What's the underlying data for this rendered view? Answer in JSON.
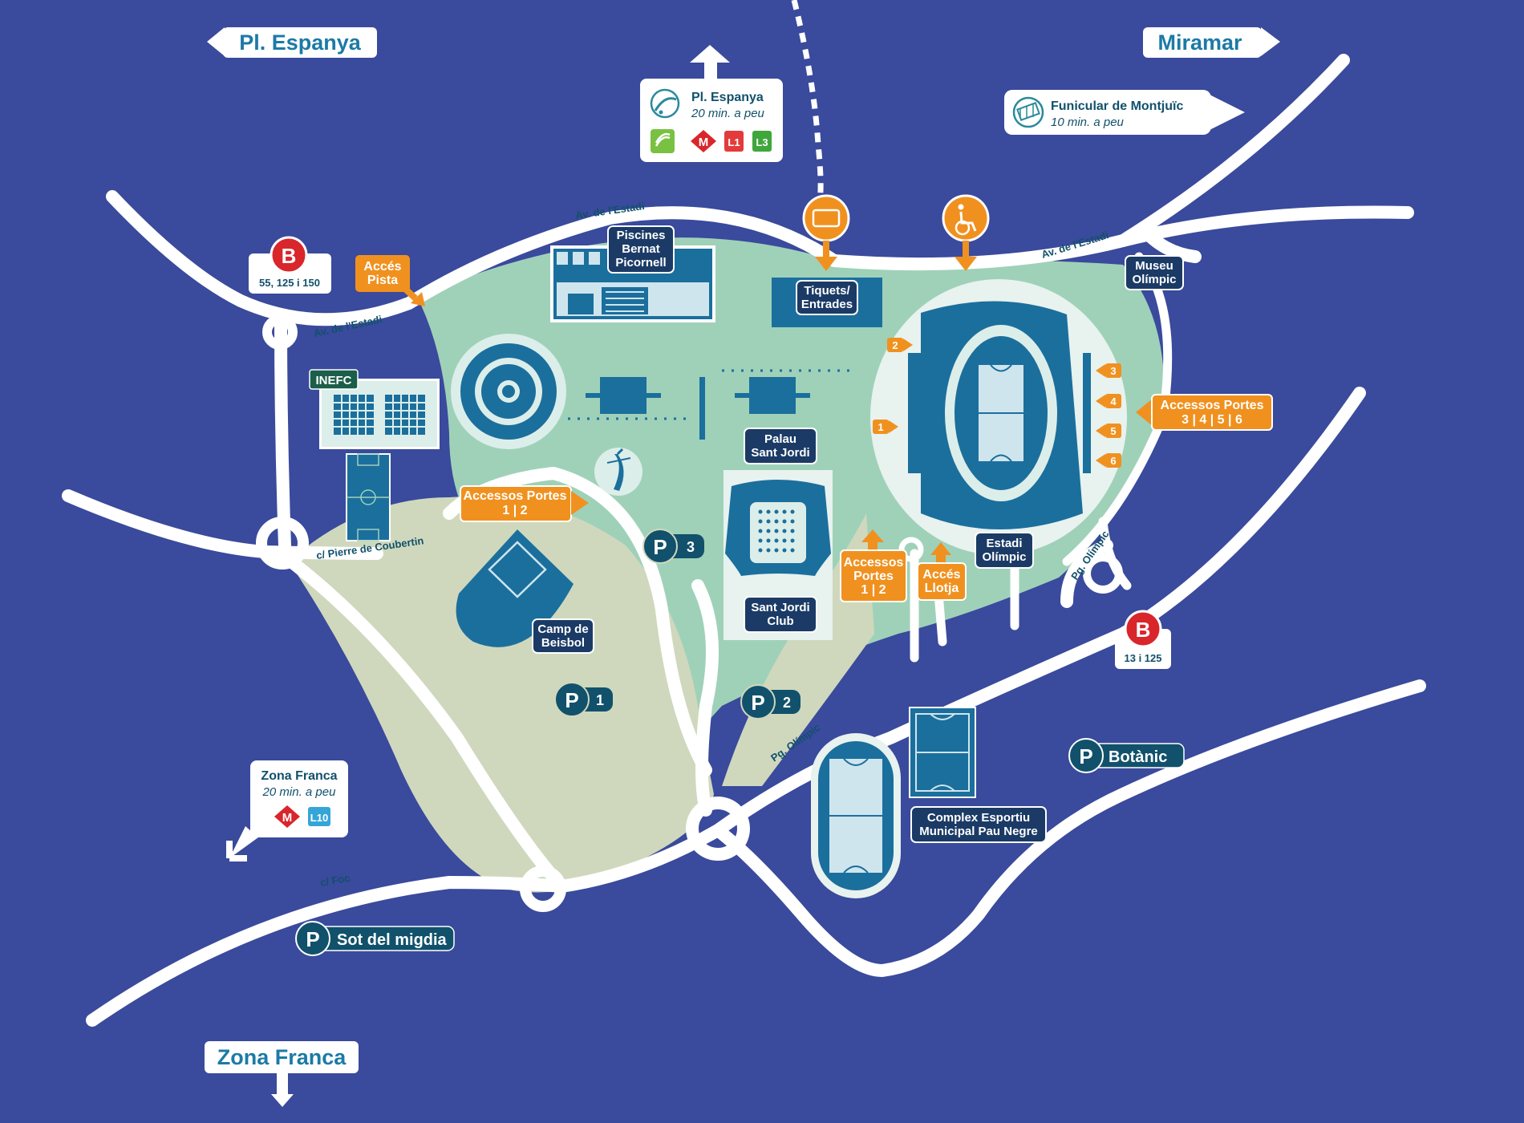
{
  "directions": {
    "pl_espanya": "Pl. Espanya",
    "miramar": "Miramar",
    "zona_franca": "Zona Franca"
  },
  "transit_pl_espanya": {
    "title": "Pl. Espanya",
    "subtitle": "20 min. a peu",
    "metro": "M",
    "lines": [
      "L1",
      "L3"
    ]
  },
  "funicular": {
    "title": "Funicular de Montjuïc",
    "subtitle": "10 min. a peu"
  },
  "transit_zona_franca": {
    "title": "Zona Franca",
    "subtitle": "20 min. a peu",
    "metro": "M",
    "line": "L10"
  },
  "bus_stops": [
    {
      "letter": "B",
      "routes": "55, 125 i 150"
    },
    {
      "letter": "B",
      "routes": "13 i 125"
    }
  ],
  "streets": {
    "av_estadi_1": "Av. de l'Estadi",
    "av_estadi_2": "Av. de l'Estadi",
    "av_estadi_3": "Av. de l'Estadi",
    "pierre_coubertin": "c/ Pierre de Coubertin",
    "pg_olimpic_1": "Pg. Olímpic",
    "pg_olimpic_2": "Pg. Olímpic",
    "foc": "c/ Foc"
  },
  "venues": {
    "piscines": [
      "Piscines",
      "Bernat",
      "Picornell"
    ],
    "tiquets": [
      "Tiquets/",
      "Entrades"
    ],
    "museu": [
      "Museu",
      "Olímpic"
    ],
    "inefc": "INEFC",
    "palau": [
      "Palau",
      "Sant Jordi"
    ],
    "sant_jordi_club": [
      "Sant Jordi",
      "Club"
    ],
    "estadi": [
      "Estadi",
      "Olímpic"
    ],
    "beisbol": [
      "Camp de",
      "Beisbol"
    ],
    "complex": [
      "Complex Esportiu",
      "Municipal Pau Negre"
    ]
  },
  "access": {
    "acces_pista": [
      "Accés",
      "Pista"
    ],
    "portes_3456": [
      "Accessos Portes",
      "3 | 4 | 5 | 6"
    ],
    "portes_12_west": [
      "Accessos Portes",
      "1 | 2"
    ],
    "portes_12_south": [
      "Accessos",
      "Portes",
      "1 | 2"
    ],
    "acces_llotja": [
      "Accés",
      "Llotja"
    ],
    "gate_numbers": [
      "1",
      "2",
      "3",
      "4",
      "5",
      "6"
    ]
  },
  "parkings": {
    "symbol": "P",
    "p1": "1",
    "p2": "2",
    "p3": "3",
    "botanic": "Botànic",
    "sot": "Sot del migdia"
  },
  "colors": {
    "background": "#3a4a9c",
    "park": "#9fd1b9",
    "sand": "#cfd8bd",
    "venue": "#1b6f9d",
    "navy_label": "#1b3b66",
    "access_orange": "#f0911f",
    "bus_red": "#d9262b",
    "metro_red": "#d9262b",
    "fgc_green": "#7ac142",
    "l10_blue": "#35a5d8",
    "l1_red": "#e33b3b",
    "l3_green": "#3fa63c"
  },
  "icons": {
    "train": "train-icon",
    "funicular": "funicular-icon",
    "ticket": "ticket-icon",
    "wheelchair": "wheelchair-icon",
    "bus": "bus-icon",
    "metro": "metro-icon",
    "torre": "telecom-tower-icon"
  }
}
